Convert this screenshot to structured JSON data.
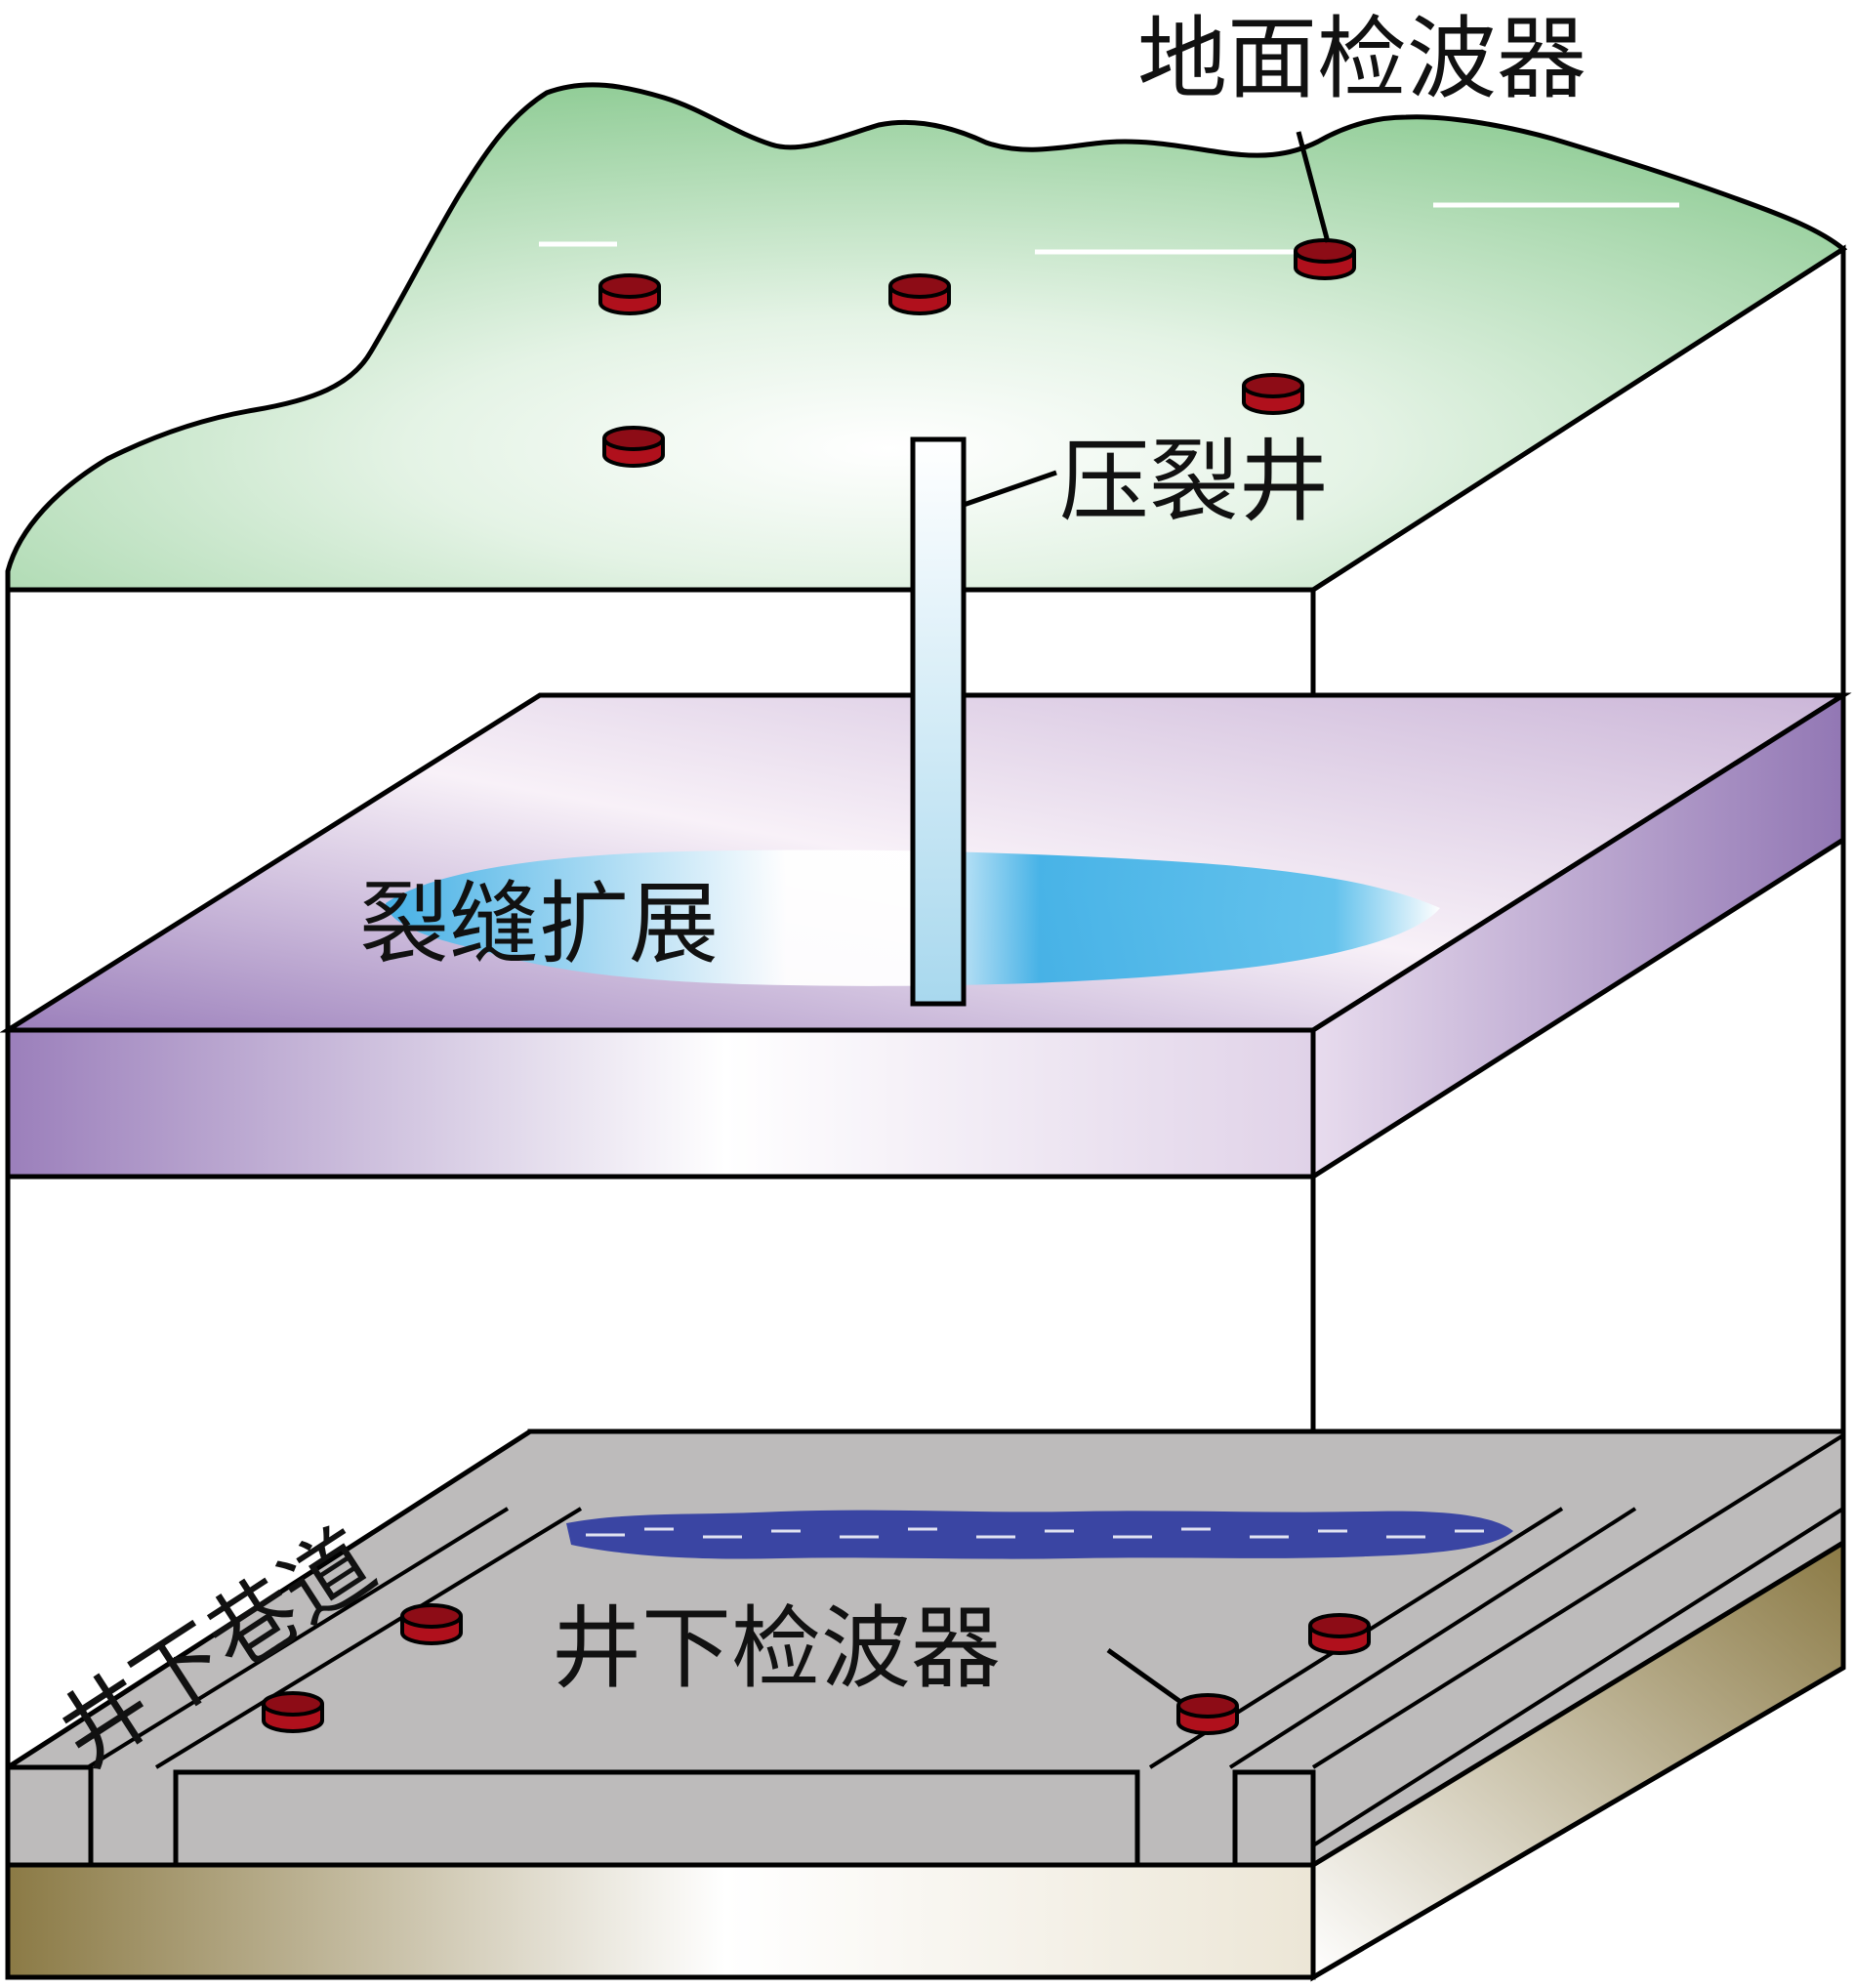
{
  "labels": {
    "surface_geophone": "地面检波器",
    "frac_well": "压裂井",
    "fracture_propagation": "裂缝扩展",
    "underground_roadway": "井下巷道",
    "underground_geophone": "井下检波器"
  },
  "colors": {
    "surface_green": "#8fcc95",
    "reservoir_purple": "#9b7fbb",
    "fracture_blue": "#3fb0e6",
    "well_blue": "#a8d8ee",
    "roadway_gray": "#bdbbbb",
    "floor_brown": "#8b7a45",
    "geophone_red": "#b0101c",
    "microseismic_dark_blue": "#3a45a3"
  },
  "icons": {
    "geophone": "geophone-icon",
    "microseismic_events": "microseismic-event-icon"
  }
}
